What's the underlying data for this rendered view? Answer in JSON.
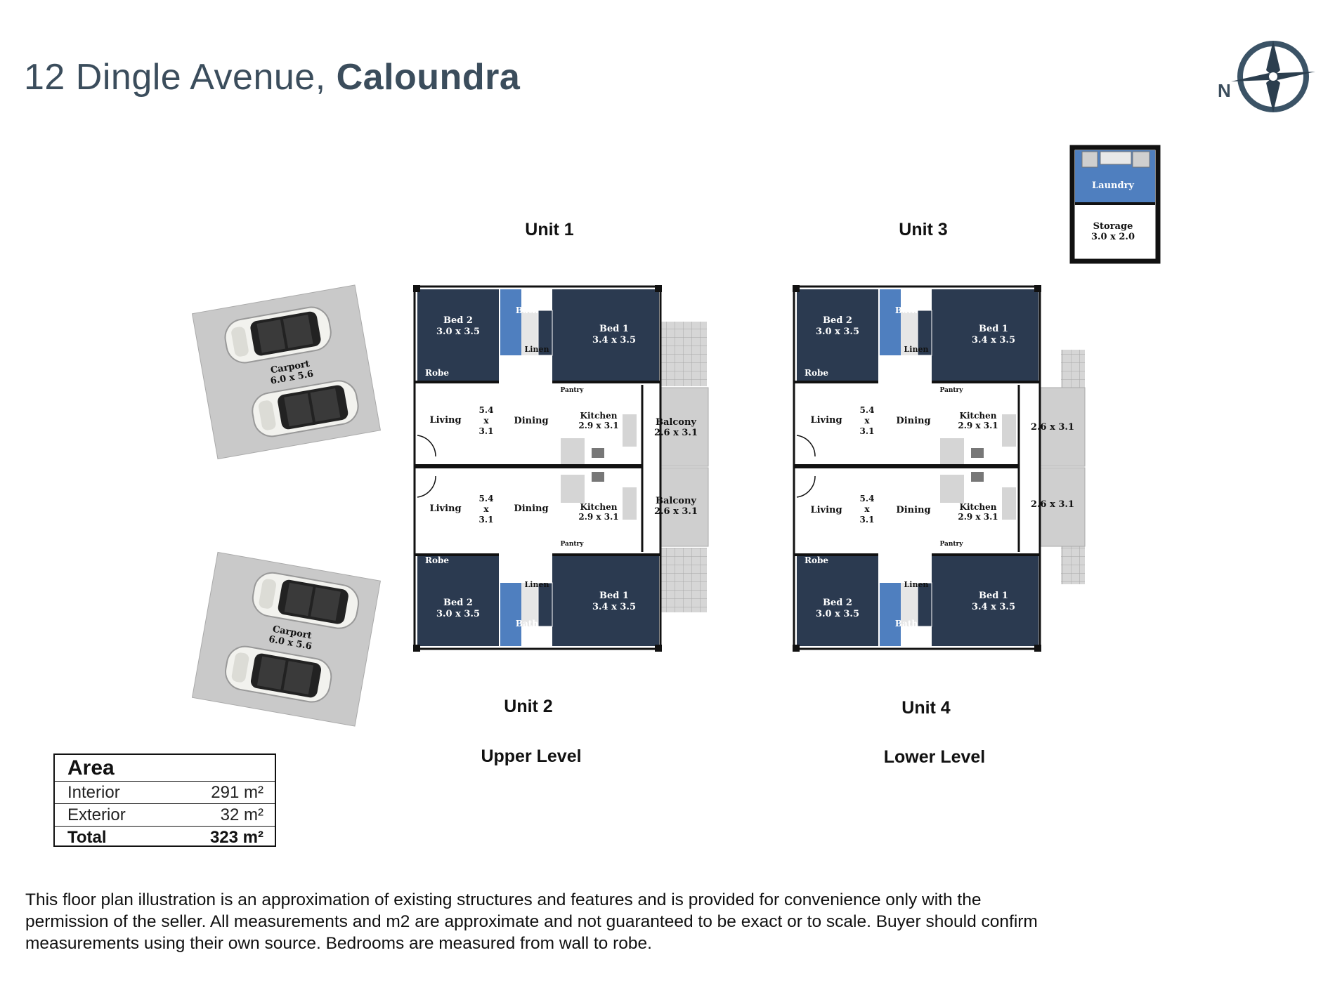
{
  "header": {
    "address": "12 Dingle Avenue,",
    "suburb": "Caloundra"
  },
  "compass": {
    "label": "N"
  },
  "units": {
    "unit1": "Unit 1",
    "unit2": "Unit 2",
    "unit3": "Unit 3",
    "unit4": "Unit 4"
  },
  "levels": {
    "upper": "Upper Level",
    "lower": "Lower Level"
  },
  "rooms": {
    "bed2": "Bed 2",
    "bed2_size": "3.0 x 3.5",
    "bed1": "Bed 1",
    "bed1_size": "3.4 x 3.5",
    "bath": "Bath",
    "linen": "Linen",
    "robe": "Robe",
    "pantry": "Pantry",
    "living": "Living",
    "dining": "Dining",
    "living_w": "5.4",
    "living_x": "x",
    "living_h": "3.1",
    "kitchen": "Kitchen",
    "kitchen_size": "2.9 x 3.1",
    "balcony": "Balcony",
    "balcony_size": "2.6 x 3.1",
    "patio_size": "2.6 x 3.1",
    "carport": "Carport",
    "carport_size": "6.0 x 5.6",
    "laundry": "Laundry",
    "storage": "Storage",
    "storage_size": "3.0 x 2.0"
  },
  "area": {
    "heading": "Area",
    "rows": [
      {
        "label": "Interior",
        "value": "291 m²"
      },
      {
        "label": "Exterior",
        "value": "32 m²"
      },
      {
        "label": "Total",
        "value": "323 m²"
      }
    ]
  },
  "disclaimer": "This floor plan illustration is an approximation of existing structures and features and is provided for convenience only with the permission of the seller. All measurements and m2 are approximate and not guaranteed to be exact or to scale. Buyer should confirm measurements using their own source. Bedrooms are measured from wall to robe.",
  "colors": {
    "bedroom": "#2b3a50",
    "bath": "#4f7fbf",
    "deck": "#cfcfcf",
    "wall": "#111111",
    "title": "#3b4d5c"
  }
}
